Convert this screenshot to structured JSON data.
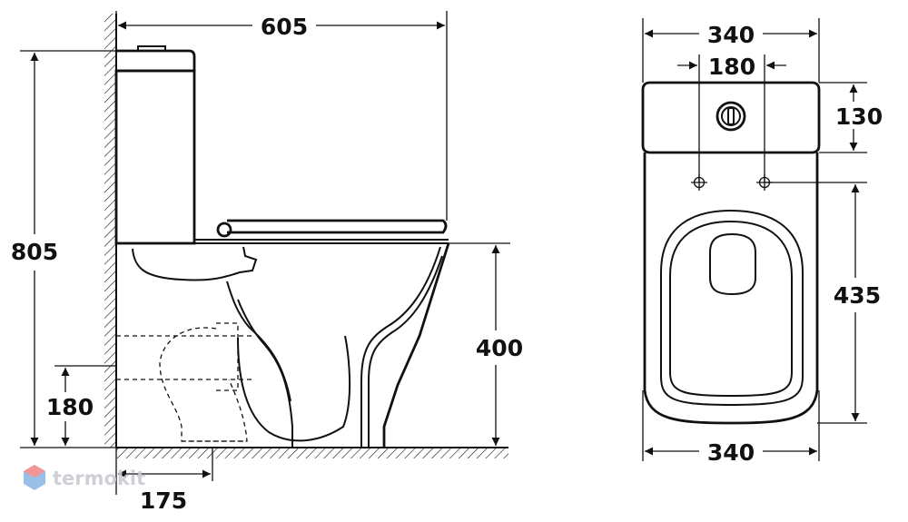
{
  "side_view": {
    "width_label": "605",
    "height_label": "805",
    "seat_height_label": "400",
    "outlet_height_label": "180",
    "outlet_offset_label": "175"
  },
  "top_view": {
    "top_width_label": "340",
    "bolt_spacing_label": "180",
    "tank_depth_label": "130",
    "bowl_length_label": "435",
    "bottom_width_label": "340"
  },
  "watermark": {
    "brand": "termokit"
  },
  "colors": {
    "line": "#111111",
    "watermark": "#c9ccd1",
    "logo_top": "#f08a8a",
    "logo_bottom": "#8fb7e6"
  }
}
